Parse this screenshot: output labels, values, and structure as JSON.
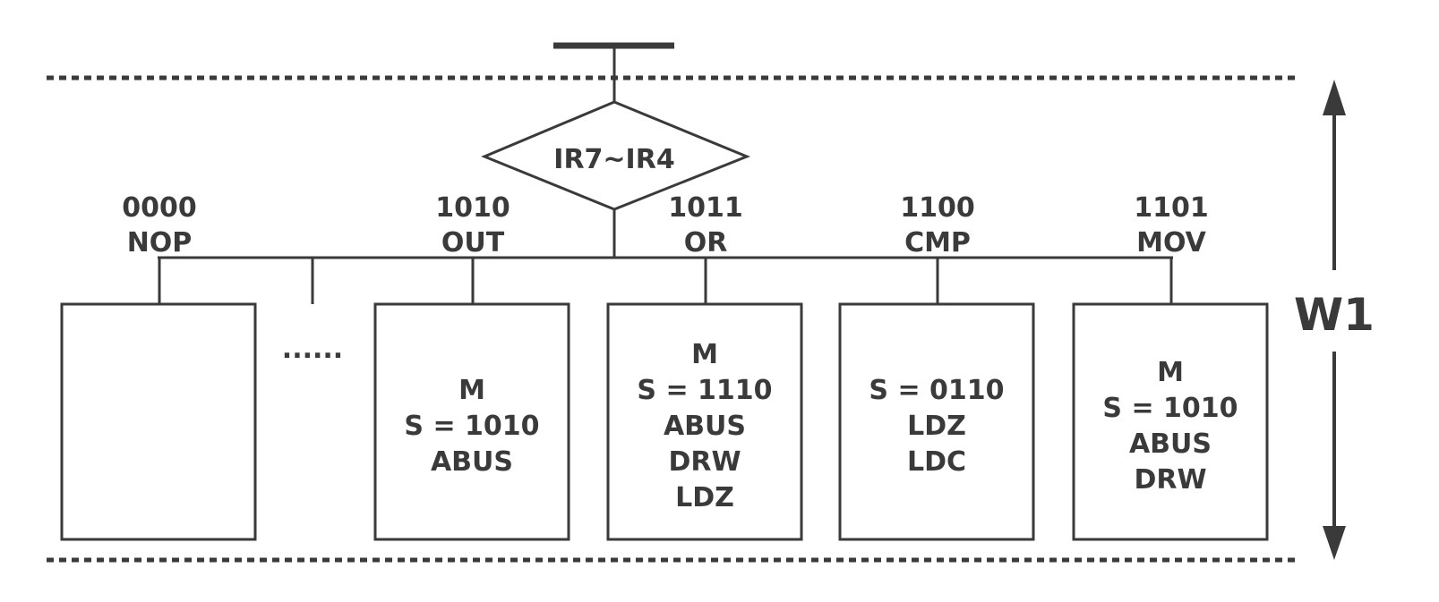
{
  "decision": {
    "label": "IR7~IR4"
  },
  "branches": [
    {
      "code": "0000",
      "name": "NOP",
      "lines": []
    },
    {
      "code": "1010",
      "name": "OUT",
      "lines": [
        "M",
        "S = 1010",
        "ABUS"
      ]
    },
    {
      "code": "1011",
      "name": "OR",
      "lines": [
        "M",
        "S = 1110",
        "ABUS",
        "DRW",
        "LDZ"
      ]
    },
    {
      "code": "1100",
      "name": "CMP",
      "lines": [
        "S = 0110",
        "LDZ",
        "LDC"
      ]
    },
    {
      "code": "1101",
      "name": "MOV",
      "lines": [
        "M",
        "S = 1010",
        "ABUS",
        "DRW"
      ]
    }
  ],
  "ellipsis": "......",
  "cycle_label": "W1",
  "colors": {
    "stroke": "#3a3a3a",
    "background": "#ffffff"
  }
}
